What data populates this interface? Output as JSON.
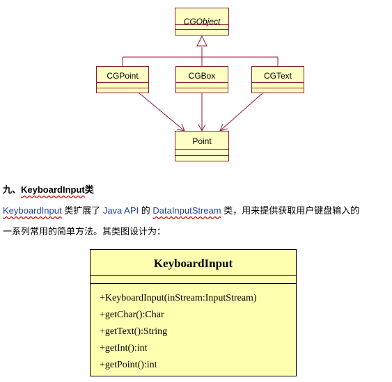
{
  "diagram_top": {
    "root_class": "CGObject",
    "children": [
      "CGPoint",
      "CGBox",
      "CGText"
    ],
    "dependency": "Point",
    "colors": {
      "box_fill": "#ffffc4",
      "line": "#8b1a33"
    }
  },
  "section": {
    "heading_prefix": "九、",
    "heading_name": "KeyboardInput",
    "heading_suffix": "类",
    "para1": {
      "t1": "KeyboardInput",
      "t2": " 类扩展了 ",
      "t3": "Java API",
      "t4": " 的 ",
      "t5": "DataInputStream",
      "t6": " 类，用来提供获取用户键盘输入的"
    },
    "para2": "一系列常用的简单方法。其类图设计为："
  },
  "class_diagram": {
    "name": "KeyboardInput",
    "methods": [
      "+KeyboardInput(inStream:InputStream)",
      "+getChar():Char",
      "+getText():String",
      "+getInt():int",
      "+getPoint():int"
    ],
    "colors": {
      "fill": "#ffffb0",
      "border": "#000000"
    }
  }
}
